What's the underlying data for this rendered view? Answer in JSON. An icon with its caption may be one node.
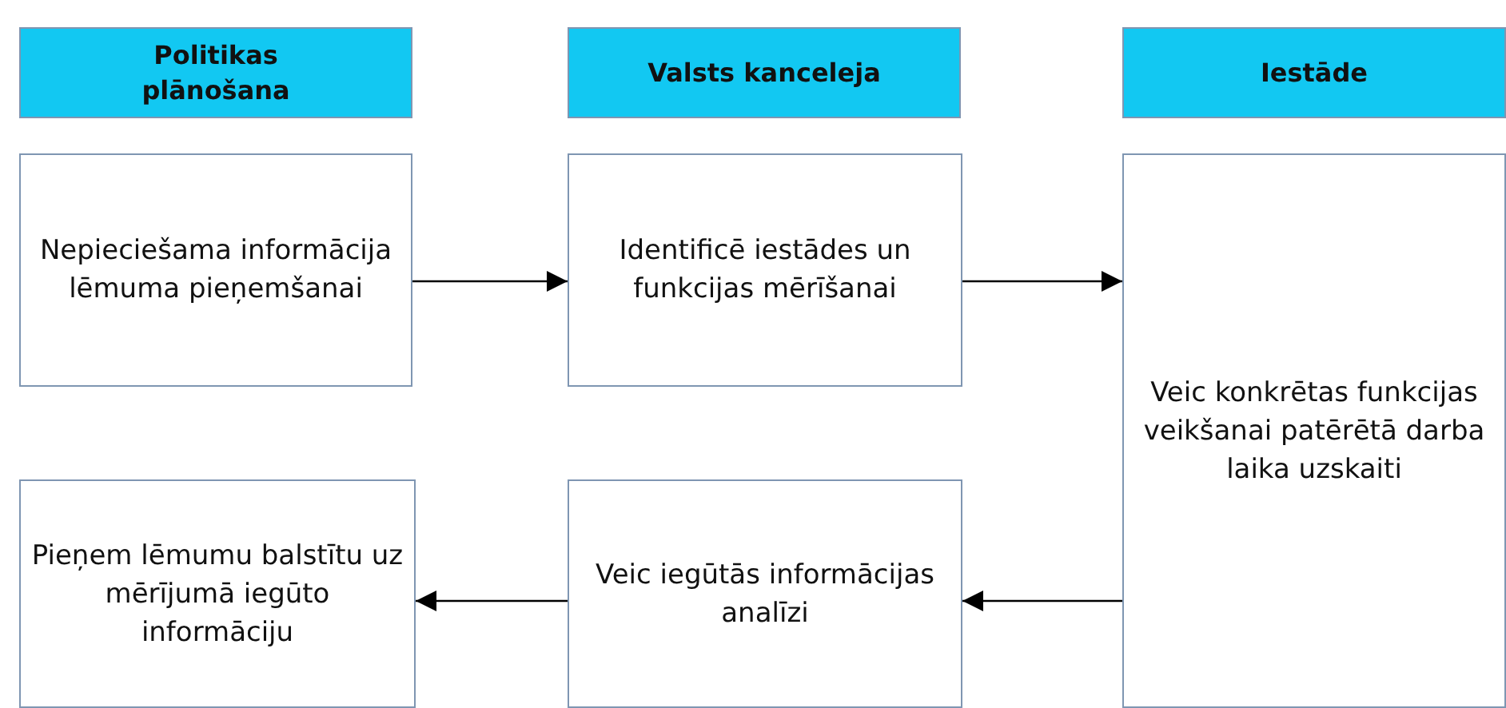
{
  "diagram": {
    "nodes": [
      {
        "text": [
          "Politikas plānošana"
        ]
      },
      {
        "text": [
          "Valsts kanceleja"
        ]
      },
      {
        "text": [
          "Iestāde"
        ]
      },
      {
        "text": [
          "Nepieciešama informācija lēmuma pieņemšanai"
        ]
      },
      {
        "text": [
          "Identificē iestādes un funkcijas mērīšanai"
        ]
      },
      {
        "text": [
          "Veic konkrētas funkcijas veikšanai patērētā darba laika uzskaiti"
        ]
      },
      {
        "text": [
          "Pieņem lēmumu balstītu uz mērījumā iegūto informāciju"
        ]
      },
      {
        "text": [
          "Veic iegūtās informācijas analīzi"
        ]
      }
    ],
    "edges": [
      {
        "from": 3,
        "to": 4,
        "arrow": "to"
      },
      {
        "from": 4,
        "to": 5,
        "arrow": "to"
      },
      {
        "from": 5,
        "to": 7,
        "arrow": "to"
      },
      {
        "from": 7,
        "to": 6,
        "arrow": "to"
      }
    ]
  }
}
